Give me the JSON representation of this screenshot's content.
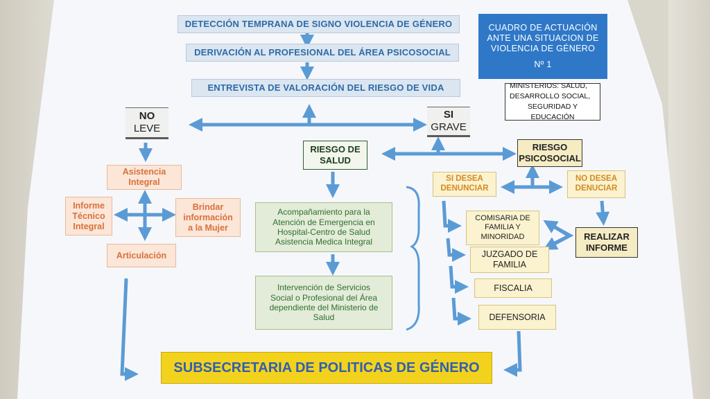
{
  "steps": {
    "deteccion": "DETECCIÓN TEMPRANA DE SIGNO VIOLENCIA DE GÉNERO",
    "derivacion": "DERIVACIÓN AL PROFESIONAL DEL ÁREA PSICOSOCIAL",
    "entrevista": "ENTREVISTA DE VALORACIÓN DEL RIESGO DE VIDA"
  },
  "title_box": {
    "line1": "CUADRO DE ACTUACIÓN",
    "line2": "ANTE UNA SITUACION DE",
    "line3": "VIOLENCIA DE GÉNERO",
    "number": "Nº 1"
  },
  "ministerios": {
    "line1": "MINISTERIOS: SALUD,",
    "line2": "DESARROLLO SOCIAL,",
    "line3": "SEGURIDAD Y EDUCACIÓN"
  },
  "no_leve": {
    "top": "NO",
    "bottom": "LEVE"
  },
  "si_grave": {
    "top": "SI",
    "bottom": "GRAVE"
  },
  "riesgo_salud": {
    "line1": "RIESGO DE",
    "line2": "SALUD"
  },
  "riesgo_psicosocial": {
    "line1": "RIESGO",
    "line2": "PSICOSOCIAL"
  },
  "orange": {
    "asistencia": {
      "line1": "Asistencia",
      "line2": "Integral"
    },
    "informe": {
      "line1": "Informe",
      "line2": "Técnico",
      "line3": "Integral"
    },
    "brindar": {
      "line1": "Brindar",
      "line2": "información",
      "line3": "a la Mujer"
    },
    "articulacion": "Articulación"
  },
  "green": {
    "acompanamiento": {
      "line1": "Acompañamiento para la",
      "line2": "Atención de Emergencia en",
      "line3": "Hospital-Centro de Salud",
      "line4": "Asistencia Medica Integral"
    },
    "intervencion": {
      "line1": "Intervención de Servicios",
      "line2": "Social o Profesional del Área",
      "line3": "dependiente del Ministerio de",
      "line4": "Salud"
    }
  },
  "yellow": {
    "si_desea": {
      "line1": "SI DESEA",
      "line2": "DENUNCIAR"
    },
    "no_desea": {
      "line1": "NO DESEA",
      "line2": "DENUCIAR"
    },
    "comisaria": {
      "line1": "COMISARIA DE",
      "line2": "FAMILIA Y",
      "line3": "MINORIDAD"
    },
    "juzgado": {
      "line1": "JUZGADO DE",
      "line2": "FAMILIA"
    },
    "fiscalia": "FISCALIA",
    "defensoria": "DEFENSORIA",
    "realizar": {
      "line1": "REALIZAR",
      "line2": "INFORME"
    }
  },
  "subsecretaria": "SUBSECRETARIA DE POLITICAS DE GÉNERO",
  "colors": {
    "arrow": "#5b9bd5",
    "title_bg": "#2f78c8",
    "sub_bg": "#f3d21e"
  }
}
